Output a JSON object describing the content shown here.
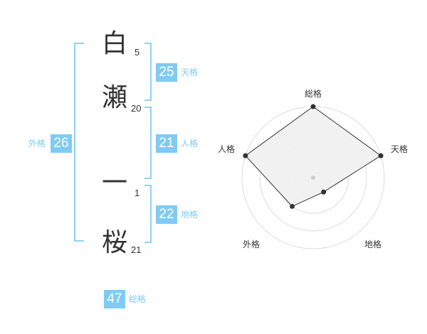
{
  "name": {
    "chars": [
      {
        "char": "白",
        "strokes": "5"
      },
      {
        "char": "瀬",
        "strokes": "20"
      },
      {
        "char": "一",
        "strokes": "1"
      },
      {
        "char": "桜",
        "strokes": "21"
      }
    ]
  },
  "fortune": {
    "tenkaku": {
      "value": "25",
      "label": "天格"
    },
    "jinkaku": {
      "value": "21",
      "label": "人格"
    },
    "chikaku": {
      "value": "22",
      "label": "地格"
    },
    "gaikaku": {
      "value": "26",
      "label": "外格"
    },
    "soukaku": {
      "value": "47",
      "label": "総格"
    }
  },
  "colors": {
    "accent": "#7fcbf3",
    "bracket": "#8fd1f5",
    "text": "#333333"
  },
  "chart_data": {
    "type": "radar",
    "axes": [
      "総格",
      "天格",
      "地格",
      "外格",
      "人格"
    ],
    "values": [
      4,
      4,
      1,
      2,
      4
    ],
    "rmax": 4,
    "rings": 4,
    "grid": true
  }
}
